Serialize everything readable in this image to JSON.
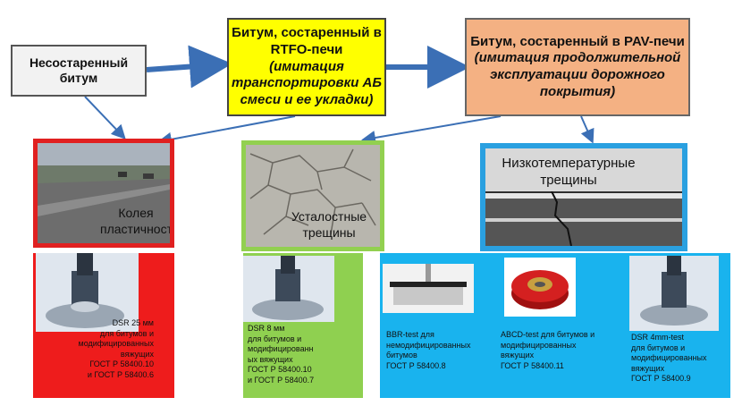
{
  "top_boxes": {
    "unaged": {
      "text": "Несостаренный битум"
    },
    "rtfo": {
      "title": "Битум, состаренный в RTFO-печи",
      "subtitle": "(имитация транспортировки АБ смеси и ее укладки)"
    },
    "pav": {
      "title": "Битум, состаренный в PAV-печи",
      "subtitle": "(имитация продолжительной эксплуатации дорожного покрытия)"
    }
  },
  "defects": {
    "rutting": {
      "label": "Колея пластичности"
    },
    "fatigue": {
      "label": "Усталостные трещины"
    },
    "lowtemp": {
      "label": "Низкотемпературные трещины"
    }
  },
  "tests": {
    "dsr25": "DSR 25 мм\nдля  битумов и\nмодифицированных\nвяжущих\nГОСТ Р 58400.10\nи ГОСТ Р 58400.6",
    "dsr8": "DSR 8 мм\nдля битумов и\nмодифицированн\nых вяжущих\nГОСТ Р 58400.10\nи ГОСТ Р 58400.7",
    "bbr": "BBR-test для\nнемодифицированных\nбитумов\nГОСТ Р 58400.8",
    "abcd": "ABCD-test для битумов и\nмодифицированных\nвяжущих\nГОСТ Р 58400.11",
    "dsr4": "DSR 4mm-test\nдля битумов и\nмодифицированных\nвяжущих\nГОСТ Р 58400.9"
  },
  "colors": {
    "red": "#ee1c1c",
    "green": "#8fd050",
    "blue": "#19b3ee",
    "yellow": "#ffff00",
    "peach": "#f4b183",
    "arrow": "#3b6fb5"
  }
}
